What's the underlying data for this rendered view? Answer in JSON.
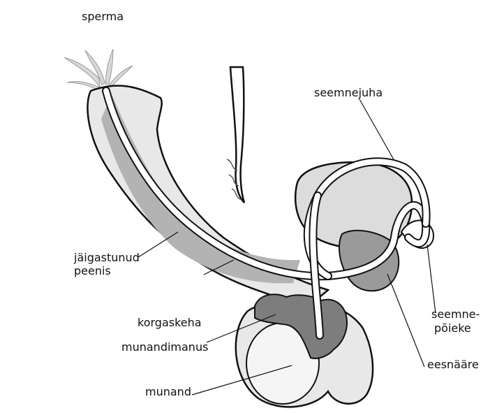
{
  "labels": {
    "sperma": "sperma",
    "seemnejuha": "seemnejuha",
    "jaigastunud_line1": "jäigastunud",
    "jaigastunud_line2": "peenis",
    "korgaskeha": "korgaskeha",
    "munandimanus": "munandimanus",
    "munand": "munand",
    "seemnepoieke_line1": "seemne-",
    "seemnepoieke_line2": "põieke",
    "eesnaare": "eesnääre"
  },
  "colors": {
    "outline": "#111111",
    "skin": "#e8e8e8",
    "body_shade": "#b3b3b3",
    "bladder": "#dcdcdc",
    "epididymis": "#7d7d7d",
    "testis": "#f5f5f5",
    "duct_fill": "#ffffff"
  }
}
